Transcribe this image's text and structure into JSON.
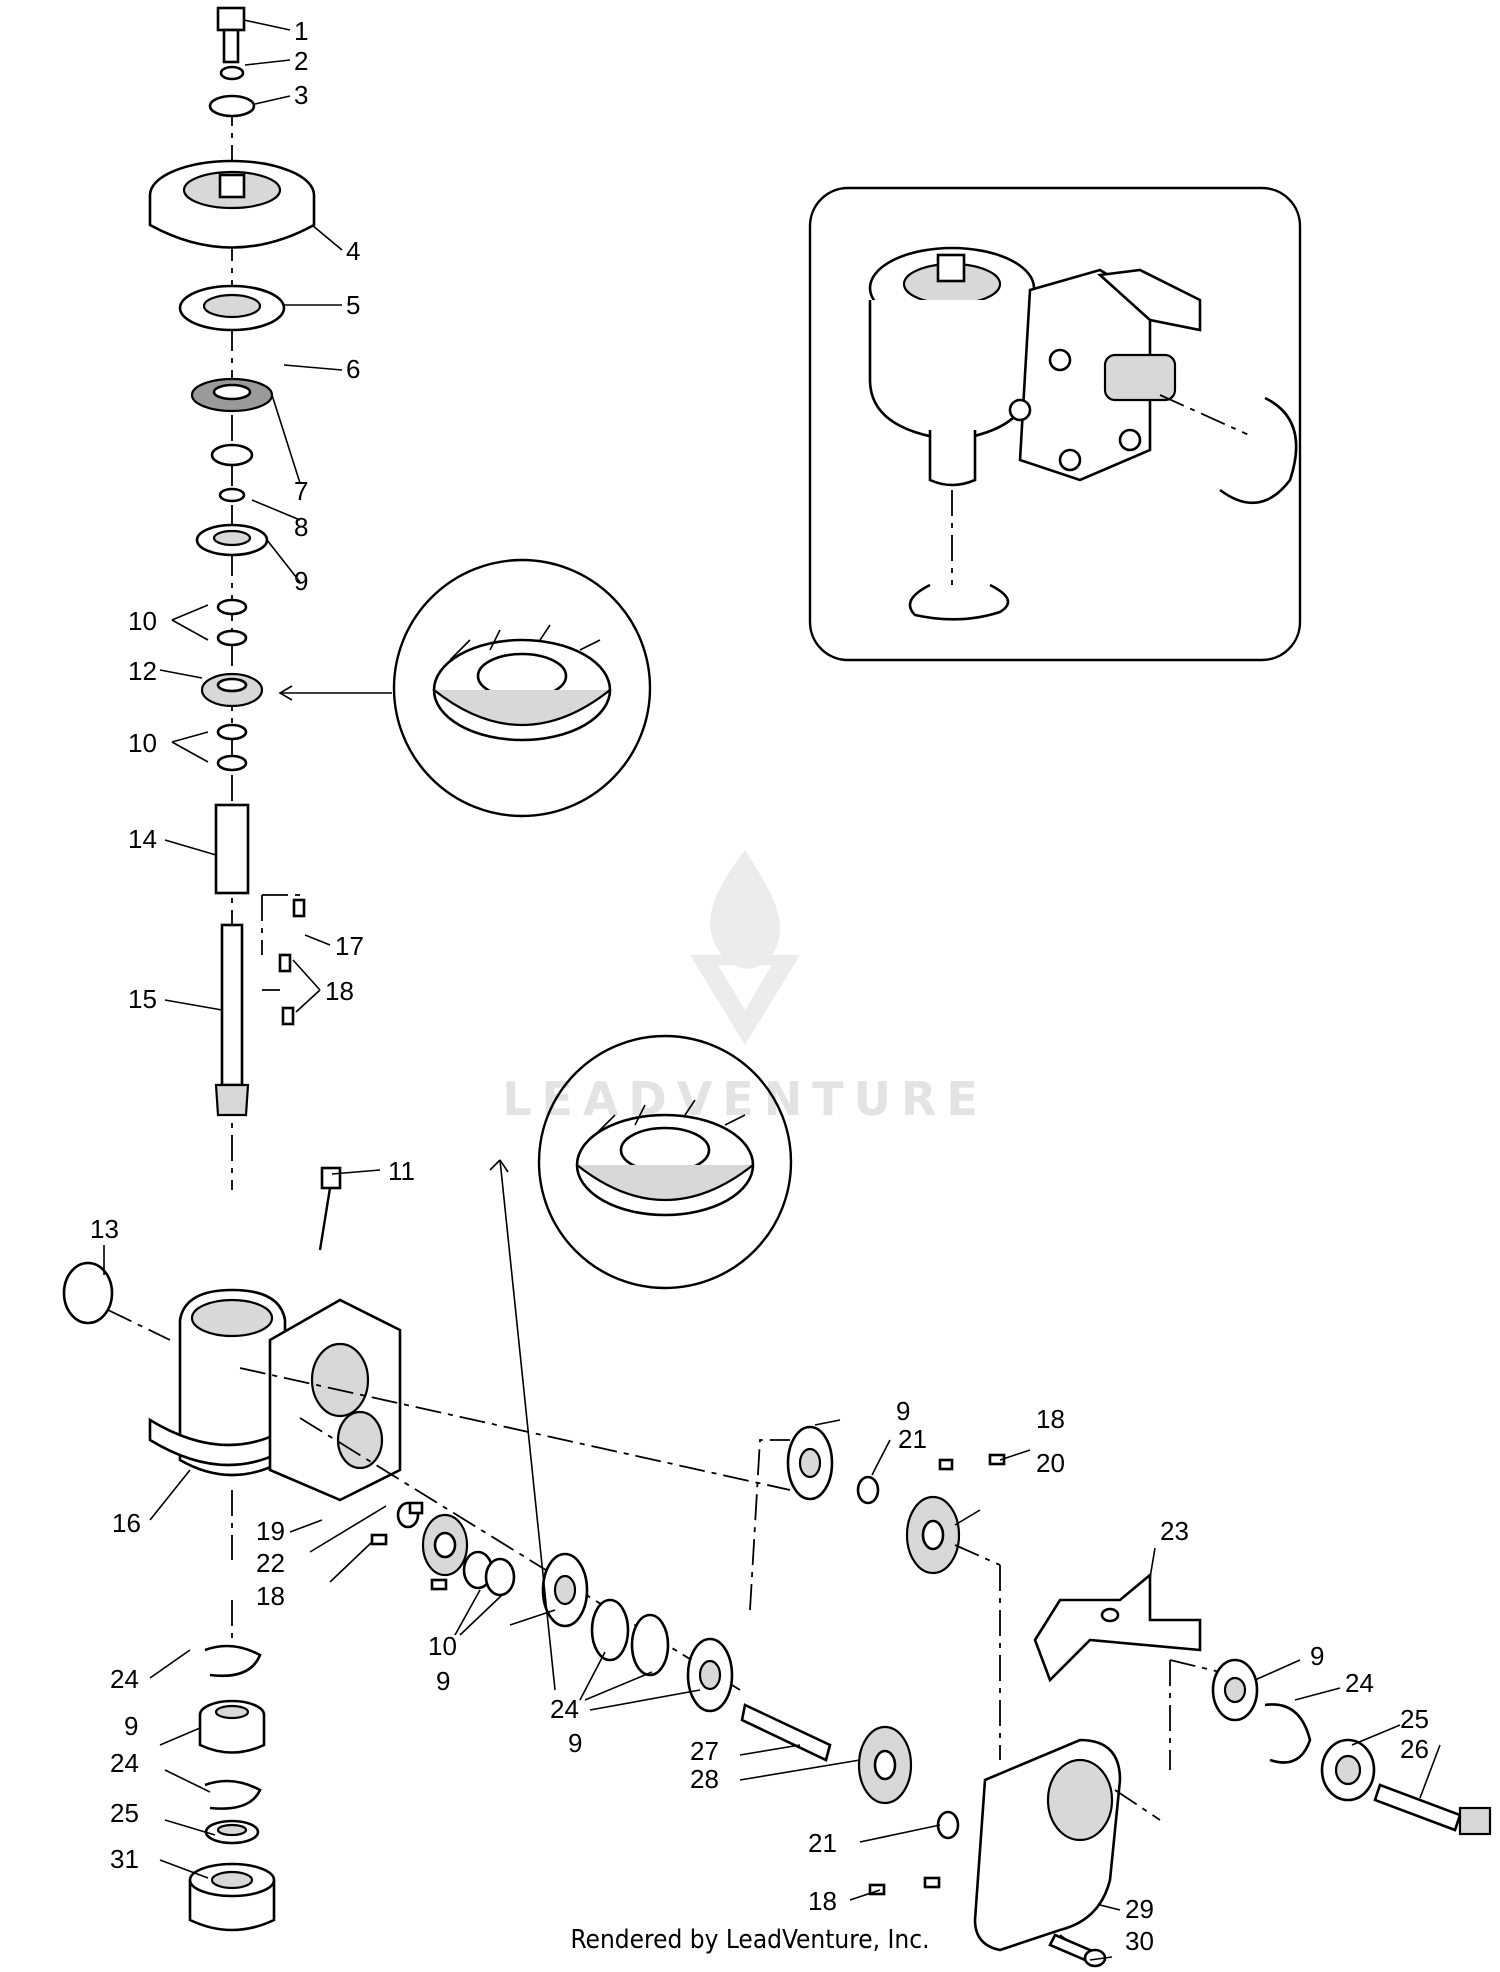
{
  "watermark": {
    "text": "LEADVENTURE"
  },
  "footer": {
    "text": "Rendered by LeadVenture, Inc."
  },
  "callouts": {
    "c1": "1",
    "c2": "2",
    "c3": "3",
    "c4": "4",
    "c5": "5",
    "c6": "6",
    "c7": "7",
    "c8": "8",
    "c9a": "9",
    "c10a": "10",
    "c12": "12",
    "c10b": "10",
    "c14": "14",
    "c17": "17",
    "c15": "15",
    "c18a": "18",
    "c11": "11",
    "c13": "13",
    "c16": "16",
    "c19": "19",
    "c22": "22",
    "c18b": "18",
    "c10c": "10",
    "c9b": "9",
    "c24a": "24",
    "c9c": "9",
    "c9d": "9",
    "c21a": "21",
    "c18c": "18",
    "c20": "20",
    "c23": "23",
    "c27": "27",
    "c28": "28",
    "c21b": "21",
    "c18d": "18",
    "c29": "29",
    "c30": "30",
    "c9e": "9",
    "c24b": "24",
    "c25a": "25",
    "c26": "26",
    "c24c": "24",
    "c9f": "9",
    "c24d": "24",
    "c25b": "25",
    "c31": "31"
  }
}
